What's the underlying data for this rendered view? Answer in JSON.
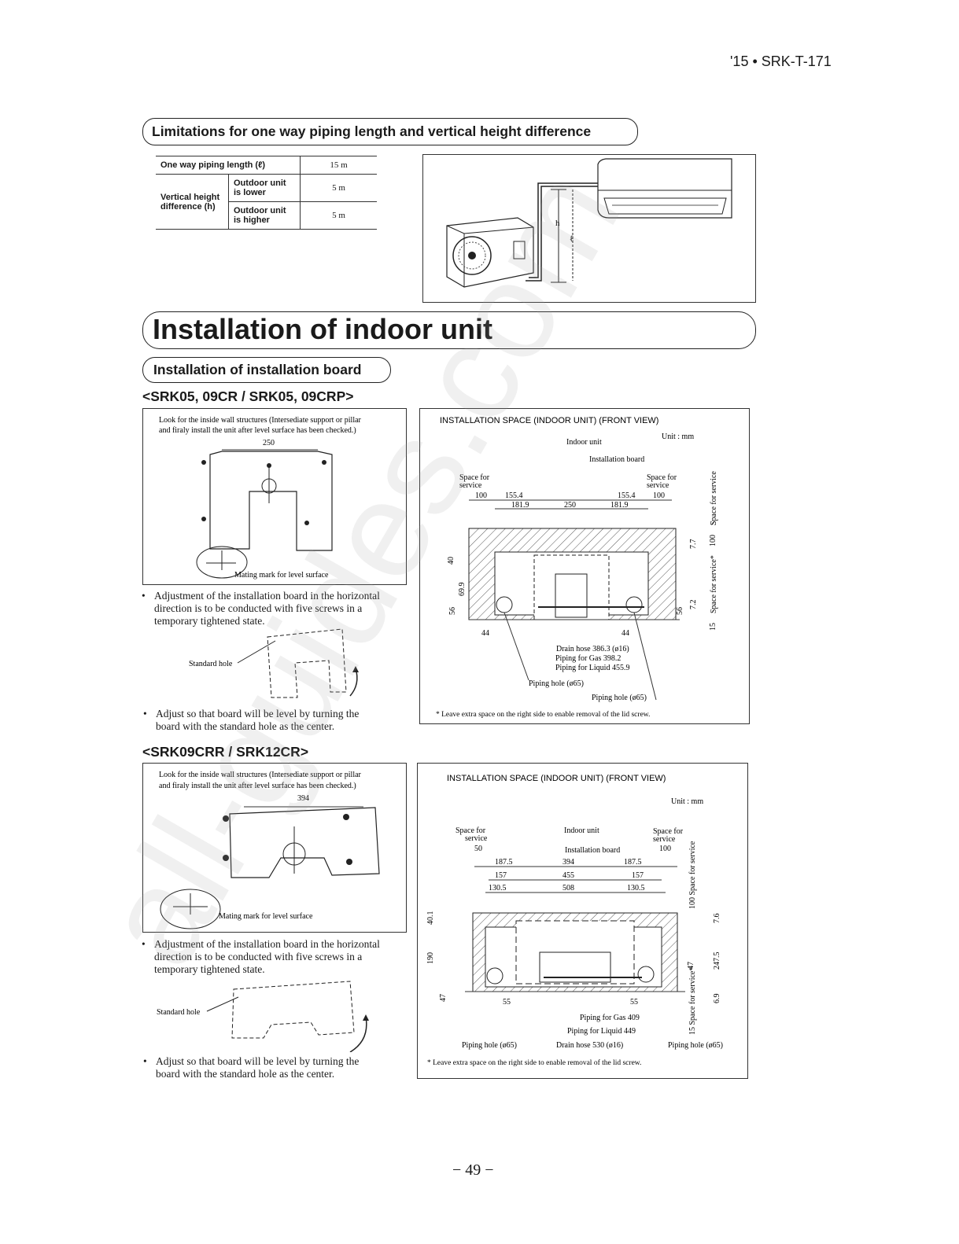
{
  "header": {
    "doc_code": "'15 • SRK-T-171"
  },
  "limits": {
    "heading": "Limitations for one way piping length and vertical height difference",
    "rows": {
      "length_label": "One way piping length (ℓ)",
      "length_value": "15 m",
      "vertical_label": "Vertical height difference (h)",
      "lower_label": "Outdoor unit is lower",
      "lower_value": "5 m",
      "higher_label": "Outdoor unit is higher",
      "higher_value": "5 m"
    },
    "figure_labels": {
      "h": "h",
      "l": "ℓ"
    }
  },
  "section": {
    "title": "Installation of indoor unit",
    "subtitle": "Installation of installation board"
  },
  "model_a": {
    "heading": "<SRK05, 09CR / SRK05, 09CRP>",
    "board": {
      "note_line1": "Look for the inside wall structures (Intersediate support or pillar",
      "note_line2": "and firaly install the unit after level surface has been checked.)",
      "dim": "250",
      "mating": "Mating mark for level surface"
    },
    "bullet1_line1": "Adjustment of the installation board in the horizontal",
    "bullet1_line2": "direction is to be conducted with five screws in a",
    "bullet1_line3": "temporary tightened state.",
    "standard_hole": "Standard hole",
    "bullet2_line1": "Adjust so that board will be level by turning the",
    "bullet2_line2": "board with the standard hole as the center.",
    "space": {
      "title": "INSTALLATION SPACE (INDOOR UNIT)    (FRONT VIEW)",
      "unit": "Unit : mm",
      "indoor_unit": "Indoor unit",
      "install_board": "Installation board",
      "space_left1": "Space for",
      "space_left2": "service",
      "space_right1": "Space for",
      "space_right2": "service",
      "d100a": "100",
      "d155a": "155.4",
      "d181a": "181.9",
      "d250": "250",
      "d155b": "155.4",
      "d100b": "100",
      "d181b": "181.9",
      "v_space_top": "Space for service",
      "v100": "100",
      "v77": "7.7",
      "v_space_bot": "Space for service*",
      "v72": "7.2",
      "v56r": "56",
      "v15": "15",
      "l40": "40",
      "l699": "69.9",
      "l56": "56",
      "d44a": "44",
      "d44b": "44",
      "drain": "Drain hose 386.3 (ø16)",
      "gas": "Piping for Gas 398.2",
      "liquid": "Piping for Liquid 455.9",
      "hole_left": "Piping hole (ø65)",
      "hole_right": "Piping hole (ø65)",
      "footnote": "*   Leave extra space on the right side to enable removal of the lid screw."
    }
  },
  "model_b": {
    "heading": "<SRK09CRR / SRK12CR>",
    "board": {
      "note_line1": "Look for the inside wall structures (Intersediate support or pillar",
      "note_line2": "and firaly install the unit after level surface has been checked.)",
      "dim": "394",
      "mating": "Mating mark for level surface"
    },
    "bullet1_line1": "Adjustment of the installation board in the horizontal",
    "bullet1_line2": "direction is to be conducted with five screws in a",
    "bullet1_line3": "temporary tightened state.",
    "standard_hole": "Standard hole",
    "bullet2_line1": "Adjust so that board will be level by turning the",
    "bullet2_line2": "board with the standard hole as the center.",
    "space": {
      "title": "INSTALLATION SPACE (INDOOR UNIT)    (FRONT VIEW)",
      "unit": "Unit : mm",
      "space_left1": "Space for",
      "space_left2": "service",
      "indoor_unit": "Indoor unit",
      "space_right1": "Space for",
      "space_right2": "service",
      "d50": "50",
      "install_board": "Installation board",
      "d100": "100",
      "d1875a": "187.5",
      "d394": "394",
      "d1875b": "187.5",
      "d157a": "157",
      "d455": "455",
      "d157b": "157",
      "d1305a": "130.5",
      "d508": "508",
      "d1305b": "130.5",
      "v_top": "100 Space for service",
      "v76": "7.6",
      "v47r": "47",
      "v2475": "247.5",
      "v_bot": "15 Space for service*",
      "v69": "6.9",
      "l401": "40.1",
      "l190": "190",
      "l47": "47",
      "d55a": "55",
      "d55b": "55",
      "gas": "Piping for Gas 409",
      "liquid": "Piping for Liquid 449",
      "hole_left": "Piping hole (ø65)",
      "drain": "Drain hose 530 (ø16)",
      "hole_right": "Piping hole (ø65)",
      "footnote": "*   Leave extra space on the right side to enable removal of the lid screw."
    }
  },
  "footer": {
    "page_number": "− 49 −"
  },
  "watermark": "all-guides.com"
}
